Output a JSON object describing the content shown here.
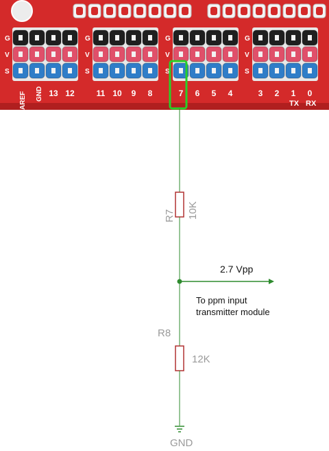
{
  "board": {
    "row_letters": [
      "G",
      "V",
      "S"
    ],
    "pin_groups": [
      [
        "13",
        "12"
      ],
      [
        "11",
        "10",
        "9",
        "8"
      ],
      [
        "7",
        "6",
        "5",
        "4"
      ],
      [
        "3",
        "2",
        "1",
        "0"
      ]
    ],
    "left_labels": [
      "AREF",
      "GND"
    ],
    "serial_labels": [
      "TX",
      "RX"
    ],
    "colors": {
      "pcb": "#d42a2a",
      "ground_header": "#1f1f1f",
      "vcc_header": "#e0506a",
      "signal_header": "#2f7dc8",
      "highlight": "#28d028"
    },
    "highlighted_pin": "7"
  },
  "schematic": {
    "wire_color": "#2e8b2e",
    "part_color": "#b03030",
    "r7": {
      "name": "R7",
      "value": "10K"
    },
    "r8": {
      "name": "R8",
      "value": "12K"
    },
    "output_voltage": "2.7 Vpp",
    "output_desc_line1": "To ppm input",
    "output_desc_line2": "transmitter module",
    "ground_label": "GND"
  }
}
